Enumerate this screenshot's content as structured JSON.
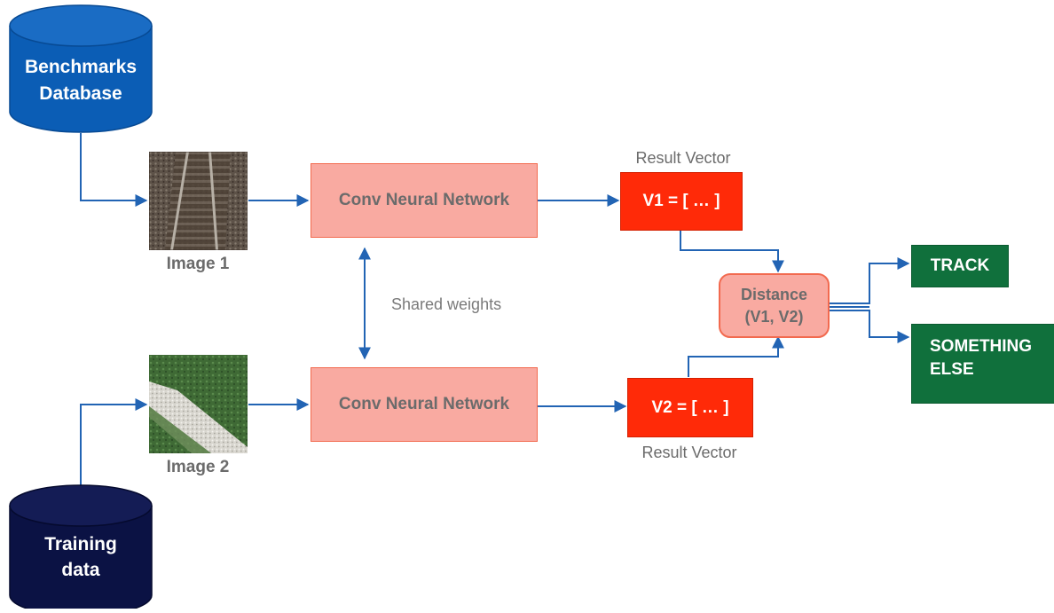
{
  "colors": {
    "flow_arrow": "#2264b4",
    "benchmarks_db": "#0b5db5",
    "training_db": "#0b1244",
    "cnn_box": "#f9aaa1",
    "vector_box": "#ff2a08",
    "output_box": "#10703c",
    "label_gray": "#6b6b6b"
  },
  "databases": {
    "benchmarks": {
      "line1": "Benchmarks",
      "line2": "Database"
    },
    "training": {
      "line1": "Training",
      "line2": "data"
    }
  },
  "images": {
    "image1": {
      "caption": "Image 1",
      "icon": "railway-track-image"
    },
    "image2": {
      "caption": "Image 2",
      "icon": "grass-path-image"
    }
  },
  "networks": {
    "top_label": "Conv Neural Network",
    "bottom_label": "Conv Neural Network",
    "shared_label": "Shared weights"
  },
  "vectors": {
    "v1": {
      "title": "Result Vector",
      "value": "V1 = [ … ]"
    },
    "v2": {
      "title": "Result Vector",
      "value": "V2 = [ … ]"
    }
  },
  "distance": {
    "line1": "Distance",
    "line2": "(V1, V2)"
  },
  "outputs": {
    "track": "TRACK",
    "other_line1": "SOMETHING",
    "other_line2": "ELSE"
  }
}
